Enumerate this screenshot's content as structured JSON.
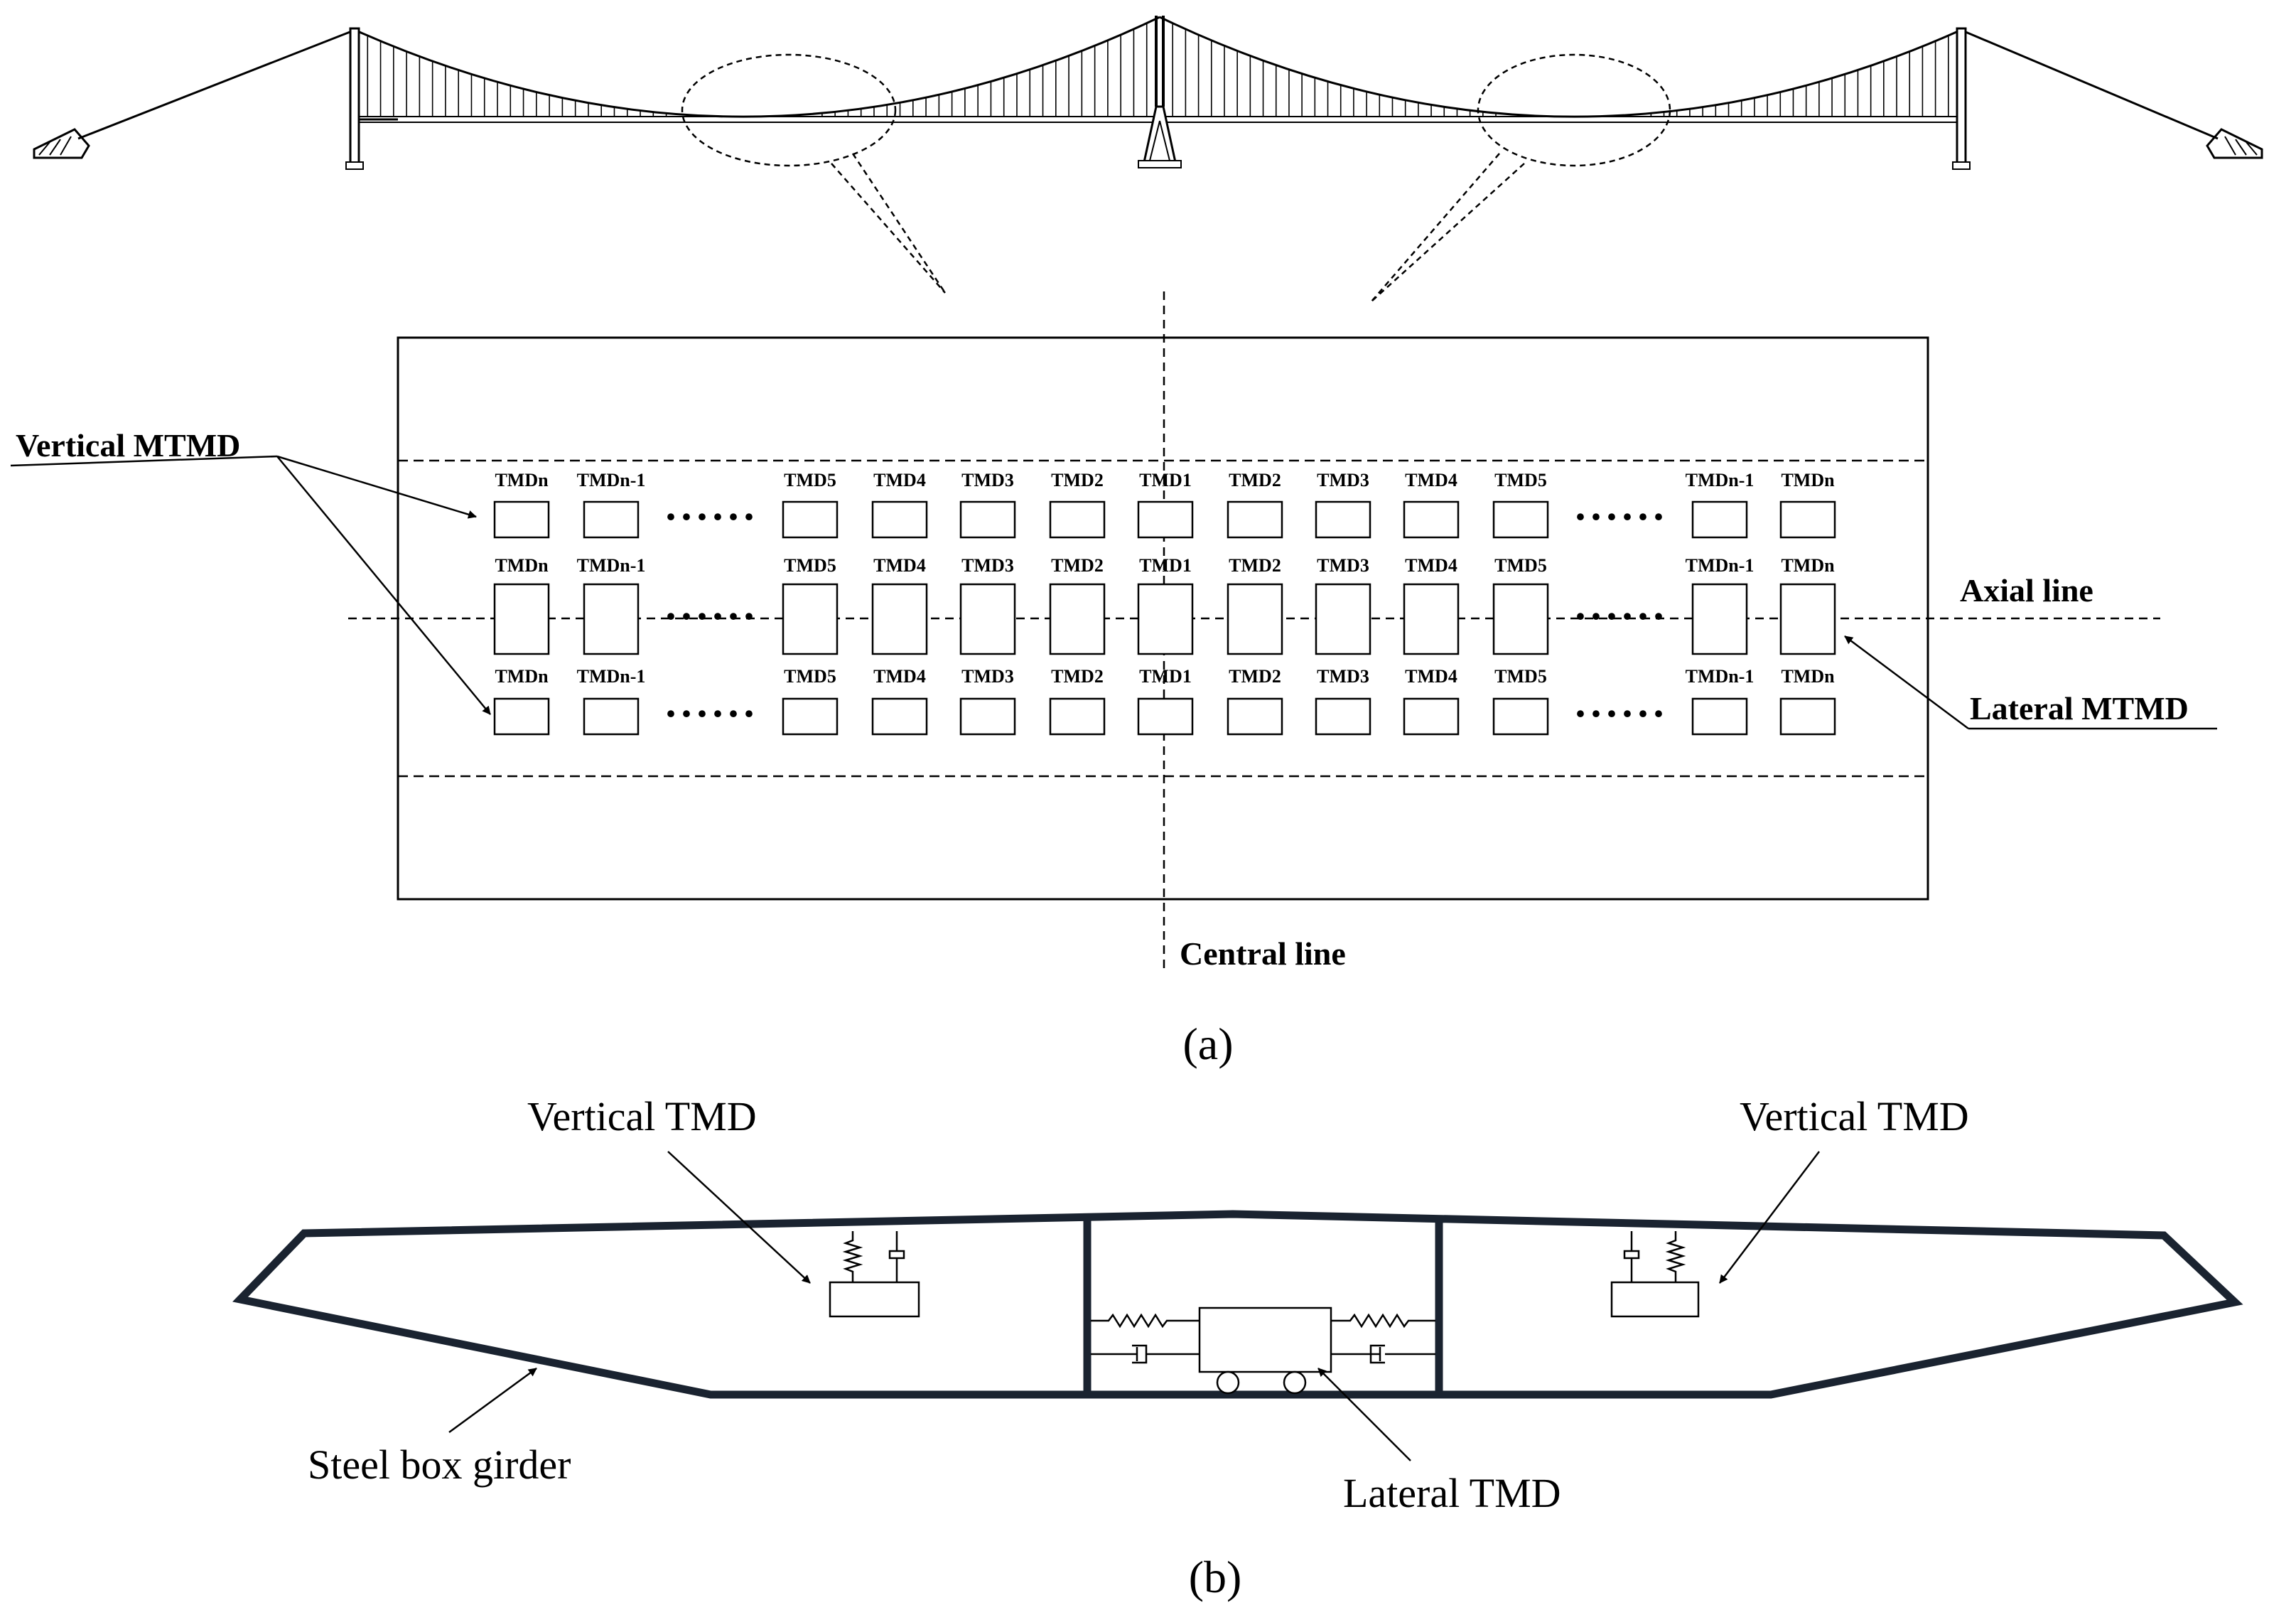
{
  "bridge": {
    "towers": 3,
    "tower_shapes": [
      "portal",
      "a-frame",
      "portal"
    ]
  },
  "plan": {
    "rows": [
      {
        "name": "vertical-top",
        "labels": [
          "TMDn",
          "TMDn-1",
          "TMD5",
          "TMD4",
          "TMD3",
          "TMD2",
          "TMD1",
          "TMD2",
          "TMD3",
          "TMD4",
          "TMD5",
          "TMDn-1",
          "TMDn"
        ]
      },
      {
        "name": "lateral-middle",
        "labels": [
          "TMDn",
          "TMDn-1",
          "TMD5",
          "TMD4",
          "TMD3",
          "TMD2",
          "TMD1",
          "TMD2",
          "TMD3",
          "TMD4",
          "TMD5",
          "TMDn-1",
          "TMDn"
        ]
      },
      {
        "name": "vertical-bottom",
        "labels": [
          "TMDn",
          "TMDn-1",
          "TMD5",
          "TMD4",
          "TMD3",
          "TMD2",
          "TMD1",
          "TMD2",
          "TMD3",
          "TMD4",
          "TMD5",
          "TMDn-1",
          "TMDn"
        ]
      }
    ],
    "ellipsis": "······",
    "labels": {
      "vertical_mtmd": "Vertical MTMD",
      "lateral_mtmd": "Lateral MTMD",
      "axial_line": "Axial line",
      "central_line": "Central line"
    },
    "panel_label": "(a)"
  },
  "section": {
    "labels": {
      "vertical_tmd_left": "Vertical TMD",
      "vertical_tmd_right": "Vertical TMD",
      "lateral_tmd": "Lateral TMD",
      "steel_box_girder": "Steel box girder"
    },
    "panel_label": "(b)"
  },
  "colors": {
    "ink": "#000000",
    "girder": "#1a2330",
    "background": "#ffffff"
  }
}
